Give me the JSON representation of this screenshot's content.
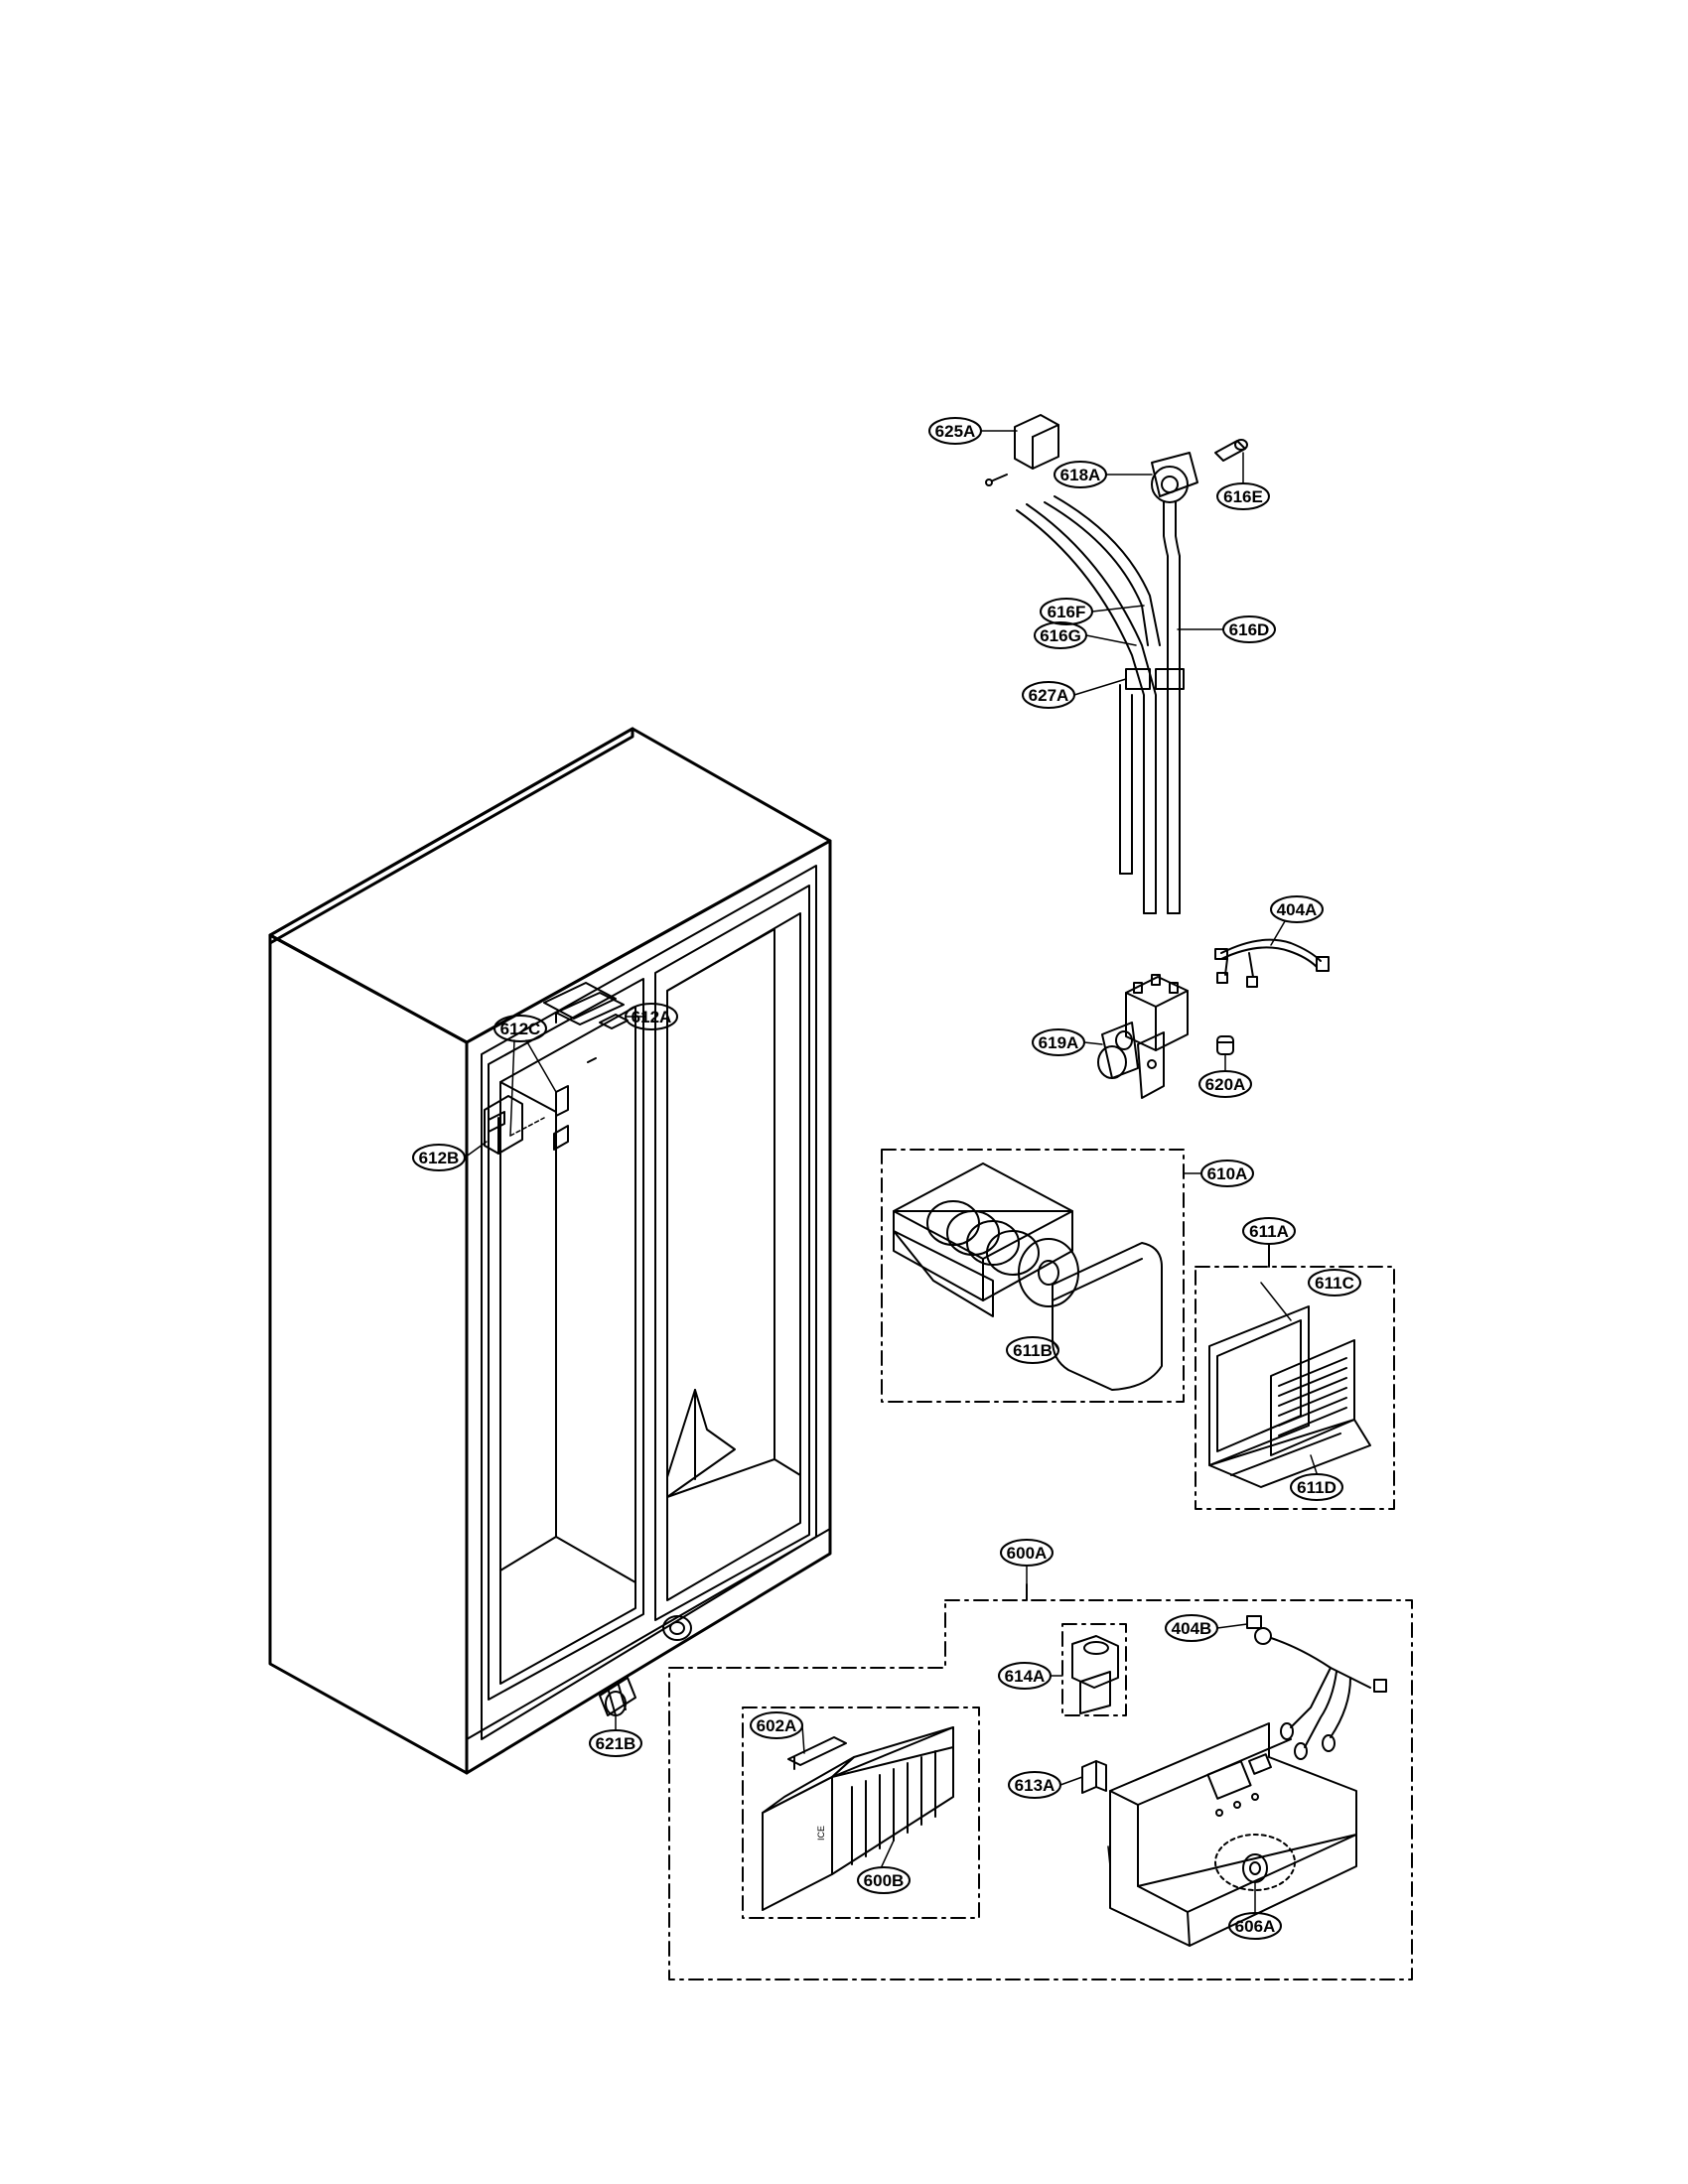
{
  "colors": {
    "ink": "#000000",
    "paper": "#ffffff"
  },
  "callouts": {
    "c625A": "625A",
    "c618A": "618A",
    "c616E": "616E",
    "c616F": "616F",
    "c616G": "616G",
    "c616D": "616D",
    "c627A": "627A",
    "c404A": "404A",
    "c619A": "619A",
    "c620A": "620A",
    "c612A": "612A",
    "c612C": "612C",
    "c612B": "612B",
    "c610A": "610A",
    "c611A": "611A",
    "c611C": "611C",
    "c611B": "611B",
    "c611D": "611D",
    "c600A": "600A",
    "c404B": "404B",
    "c614A": "614A",
    "c621B": "621B",
    "c602A": "602A",
    "c613A": "613A",
    "c600B": "600B",
    "c606A": "606A"
  },
  "icemaker_label": "ICE"
}
